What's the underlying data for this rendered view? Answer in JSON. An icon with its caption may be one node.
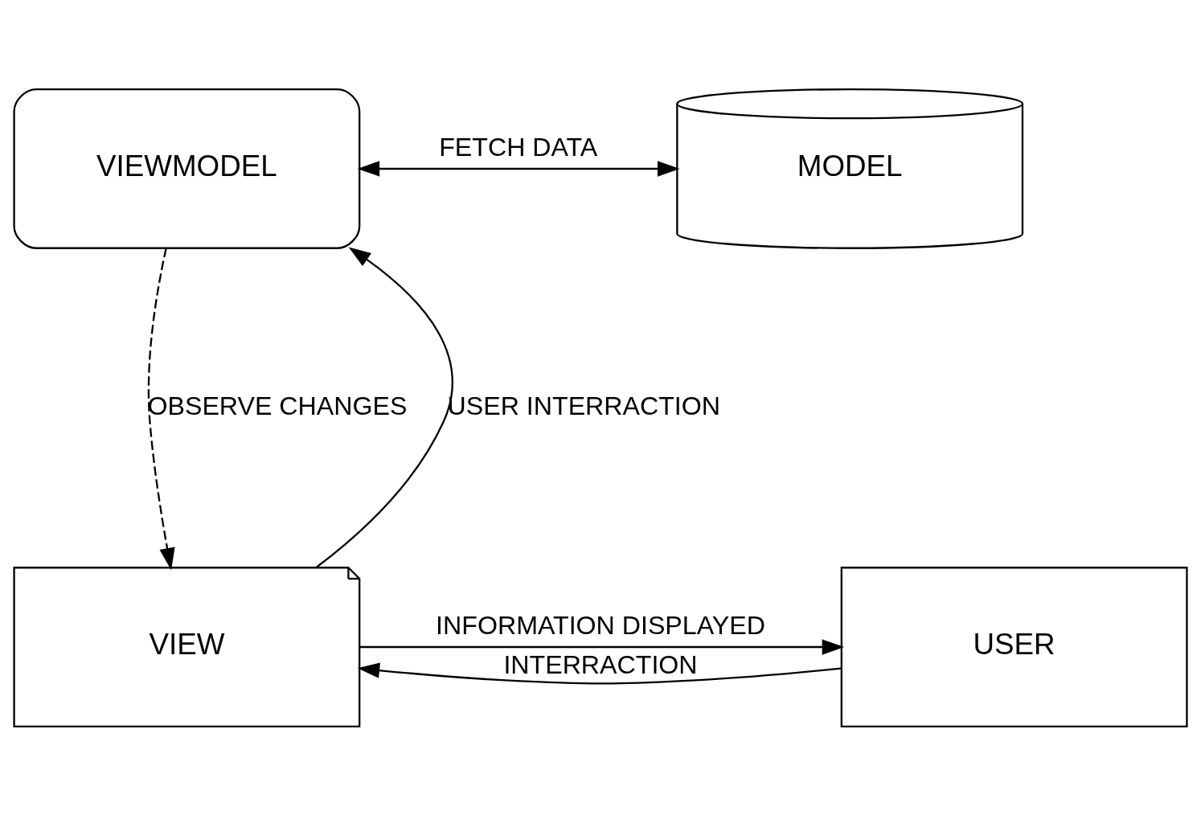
{
  "diagram": {
    "nodes": [
      {
        "text": [
          "VIEWMODEL"
        ]
      },
      {
        "text": [
          "MODEL"
        ]
      },
      {
        "text": [
          "USER"
        ]
      },
      {
        "text": [
          "VIEW"
        ]
      }
    ],
    "edges": [
      {
        "from": 0,
        "to": 1,
        "arrow": "both",
        "label": "FETCH DATA"
      },
      {
        "from": 3,
        "to": 0,
        "arrow": "to",
        "label": "USER INTERRACTION"
      },
      {
        "from": 0,
        "to": 3,
        "arrow": "to",
        "label": "OBSERVE CHANGES",
        "style": "dashed"
      },
      {
        "from": 2,
        "to": 3,
        "arrow": "to",
        "label": "INTERRACTION"
      },
      {
        "from": 3,
        "to": 2,
        "arrow": "to",
        "label": "INFORMATION DISPLAYED"
      }
    ]
  }
}
